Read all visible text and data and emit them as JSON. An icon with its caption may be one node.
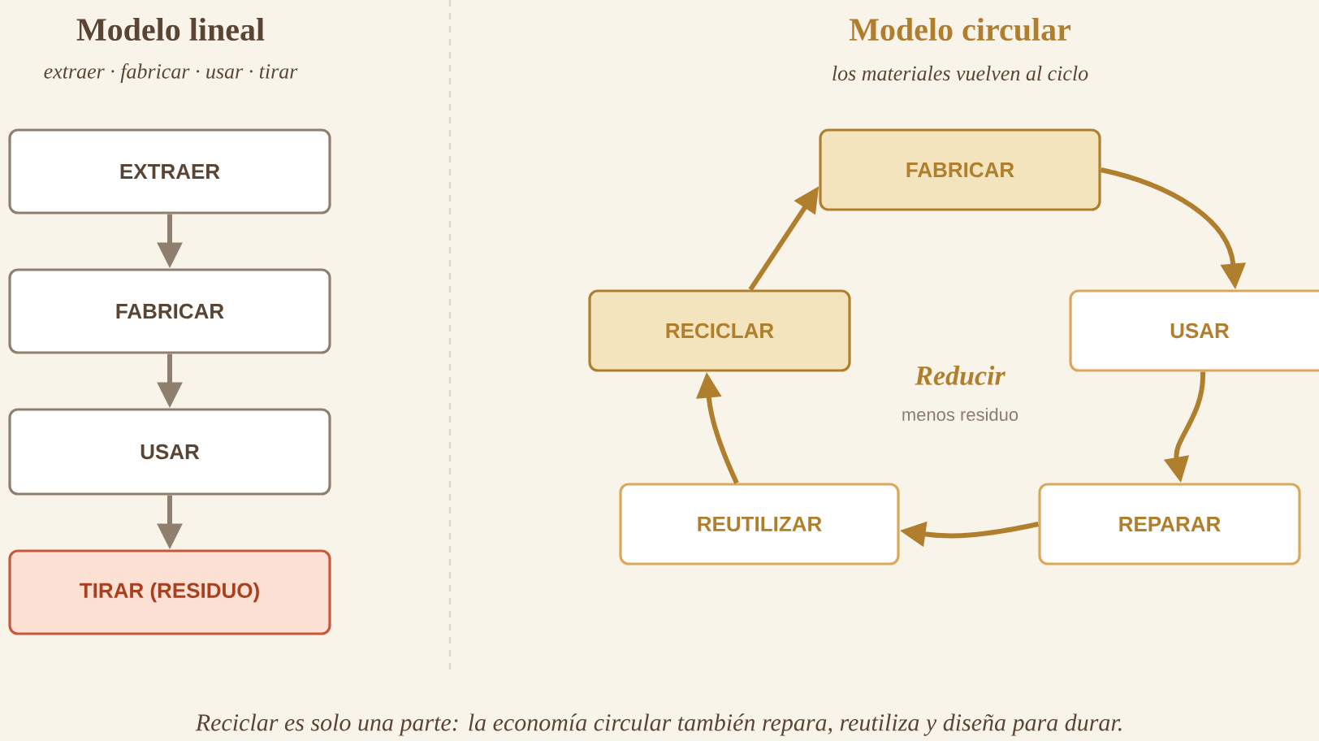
{
  "diagram": {
    "caption": "Reciclar es solo una parte: la economía circular también repara, reutiliza y diseña para durar.",
    "nodes": [
      {
        "text": [
          "EXTRAER"
        ]
      },
      {
        "text": [
          "FABRICAR"
        ]
      },
      {
        "text": [
          "USAR"
        ]
      },
      {
        "text": [
          "TIRAR (RESIDUO)"
        ]
      },
      {
        "text": [
          "FABRICAR"
        ]
      },
      {
        "text": [
          "USAR"
        ]
      },
      {
        "text": [
          "REPARAR"
        ]
      },
      {
        "text": [
          "REUTILIZAR"
        ]
      },
      {
        "text": [
          "RECICLAR"
        ]
      }
    ],
    "edges": [
      {
        "from": 0,
        "to": 1,
        "arrow": "to"
      },
      {
        "from": 1,
        "to": 2,
        "arrow": "to"
      },
      {
        "from": 2,
        "to": 3,
        "arrow": "to"
      },
      {
        "from": 4,
        "to": 5,
        "arrow": "to",
        "color": "#b07f2e"
      },
      {
        "from": 5,
        "to": 6,
        "arrow": "to",
        "color": "#b07f2e"
      },
      {
        "from": 6,
        "to": 7,
        "arrow": "to",
        "color": "#b07f2e"
      },
      {
        "from": 7,
        "to": 8,
        "arrow": "to",
        "color": "#b07f2e"
      },
      {
        "from": 8,
        "to": 4,
        "arrow": "to",
        "color": "#b07f2e"
      }
    ],
    "labels": [
      "Modelo lineal",
      "extraer · fabricar · usar · tirar",
      "Modelo circular",
      "los materiales vuelven al ciclo",
      "Reducir",
      "menos residuo"
    ]
  }
}
